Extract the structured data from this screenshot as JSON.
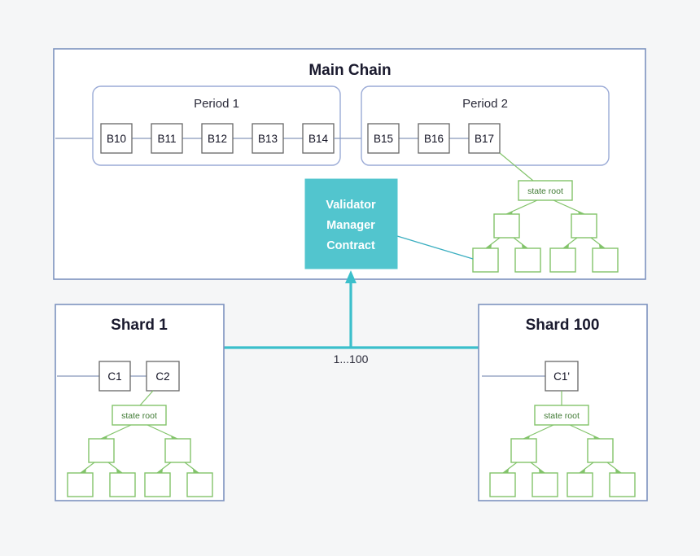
{
  "colors": {
    "background": "#f5f6f7",
    "panel_border": "#7d93bf",
    "period_border": "#9aaad6",
    "block_border": "#666666",
    "chain_line": "#8897bb",
    "tree_green": "#82c36a",
    "tree_text": "#3f7a33",
    "vmc_fill": "#52c5ce",
    "vmc_text": "#ffffff",
    "connector_teal": "#3bbfcb"
  },
  "main_chain": {
    "title": "Main Chain",
    "periods": [
      {
        "title": "Period 1",
        "blocks": [
          "B10",
          "B11",
          "B12",
          "B13",
          "B14"
        ]
      },
      {
        "title": "Period 2",
        "blocks": [
          "B15",
          "B16",
          "B17"
        ]
      }
    ],
    "state_root_label": "state root"
  },
  "validator_manager_contract": {
    "line1": "Validator",
    "line2": "Manager",
    "line3": "Contract"
  },
  "connector": {
    "range_label": "1...100"
  },
  "shards": [
    {
      "title": "Shard 1",
      "blocks": [
        "C1",
        "C2"
      ],
      "state_root_label": "state root"
    },
    {
      "title": "Shard 100",
      "blocks": [
        "C1'"
      ],
      "state_root_label": "state root"
    }
  ]
}
